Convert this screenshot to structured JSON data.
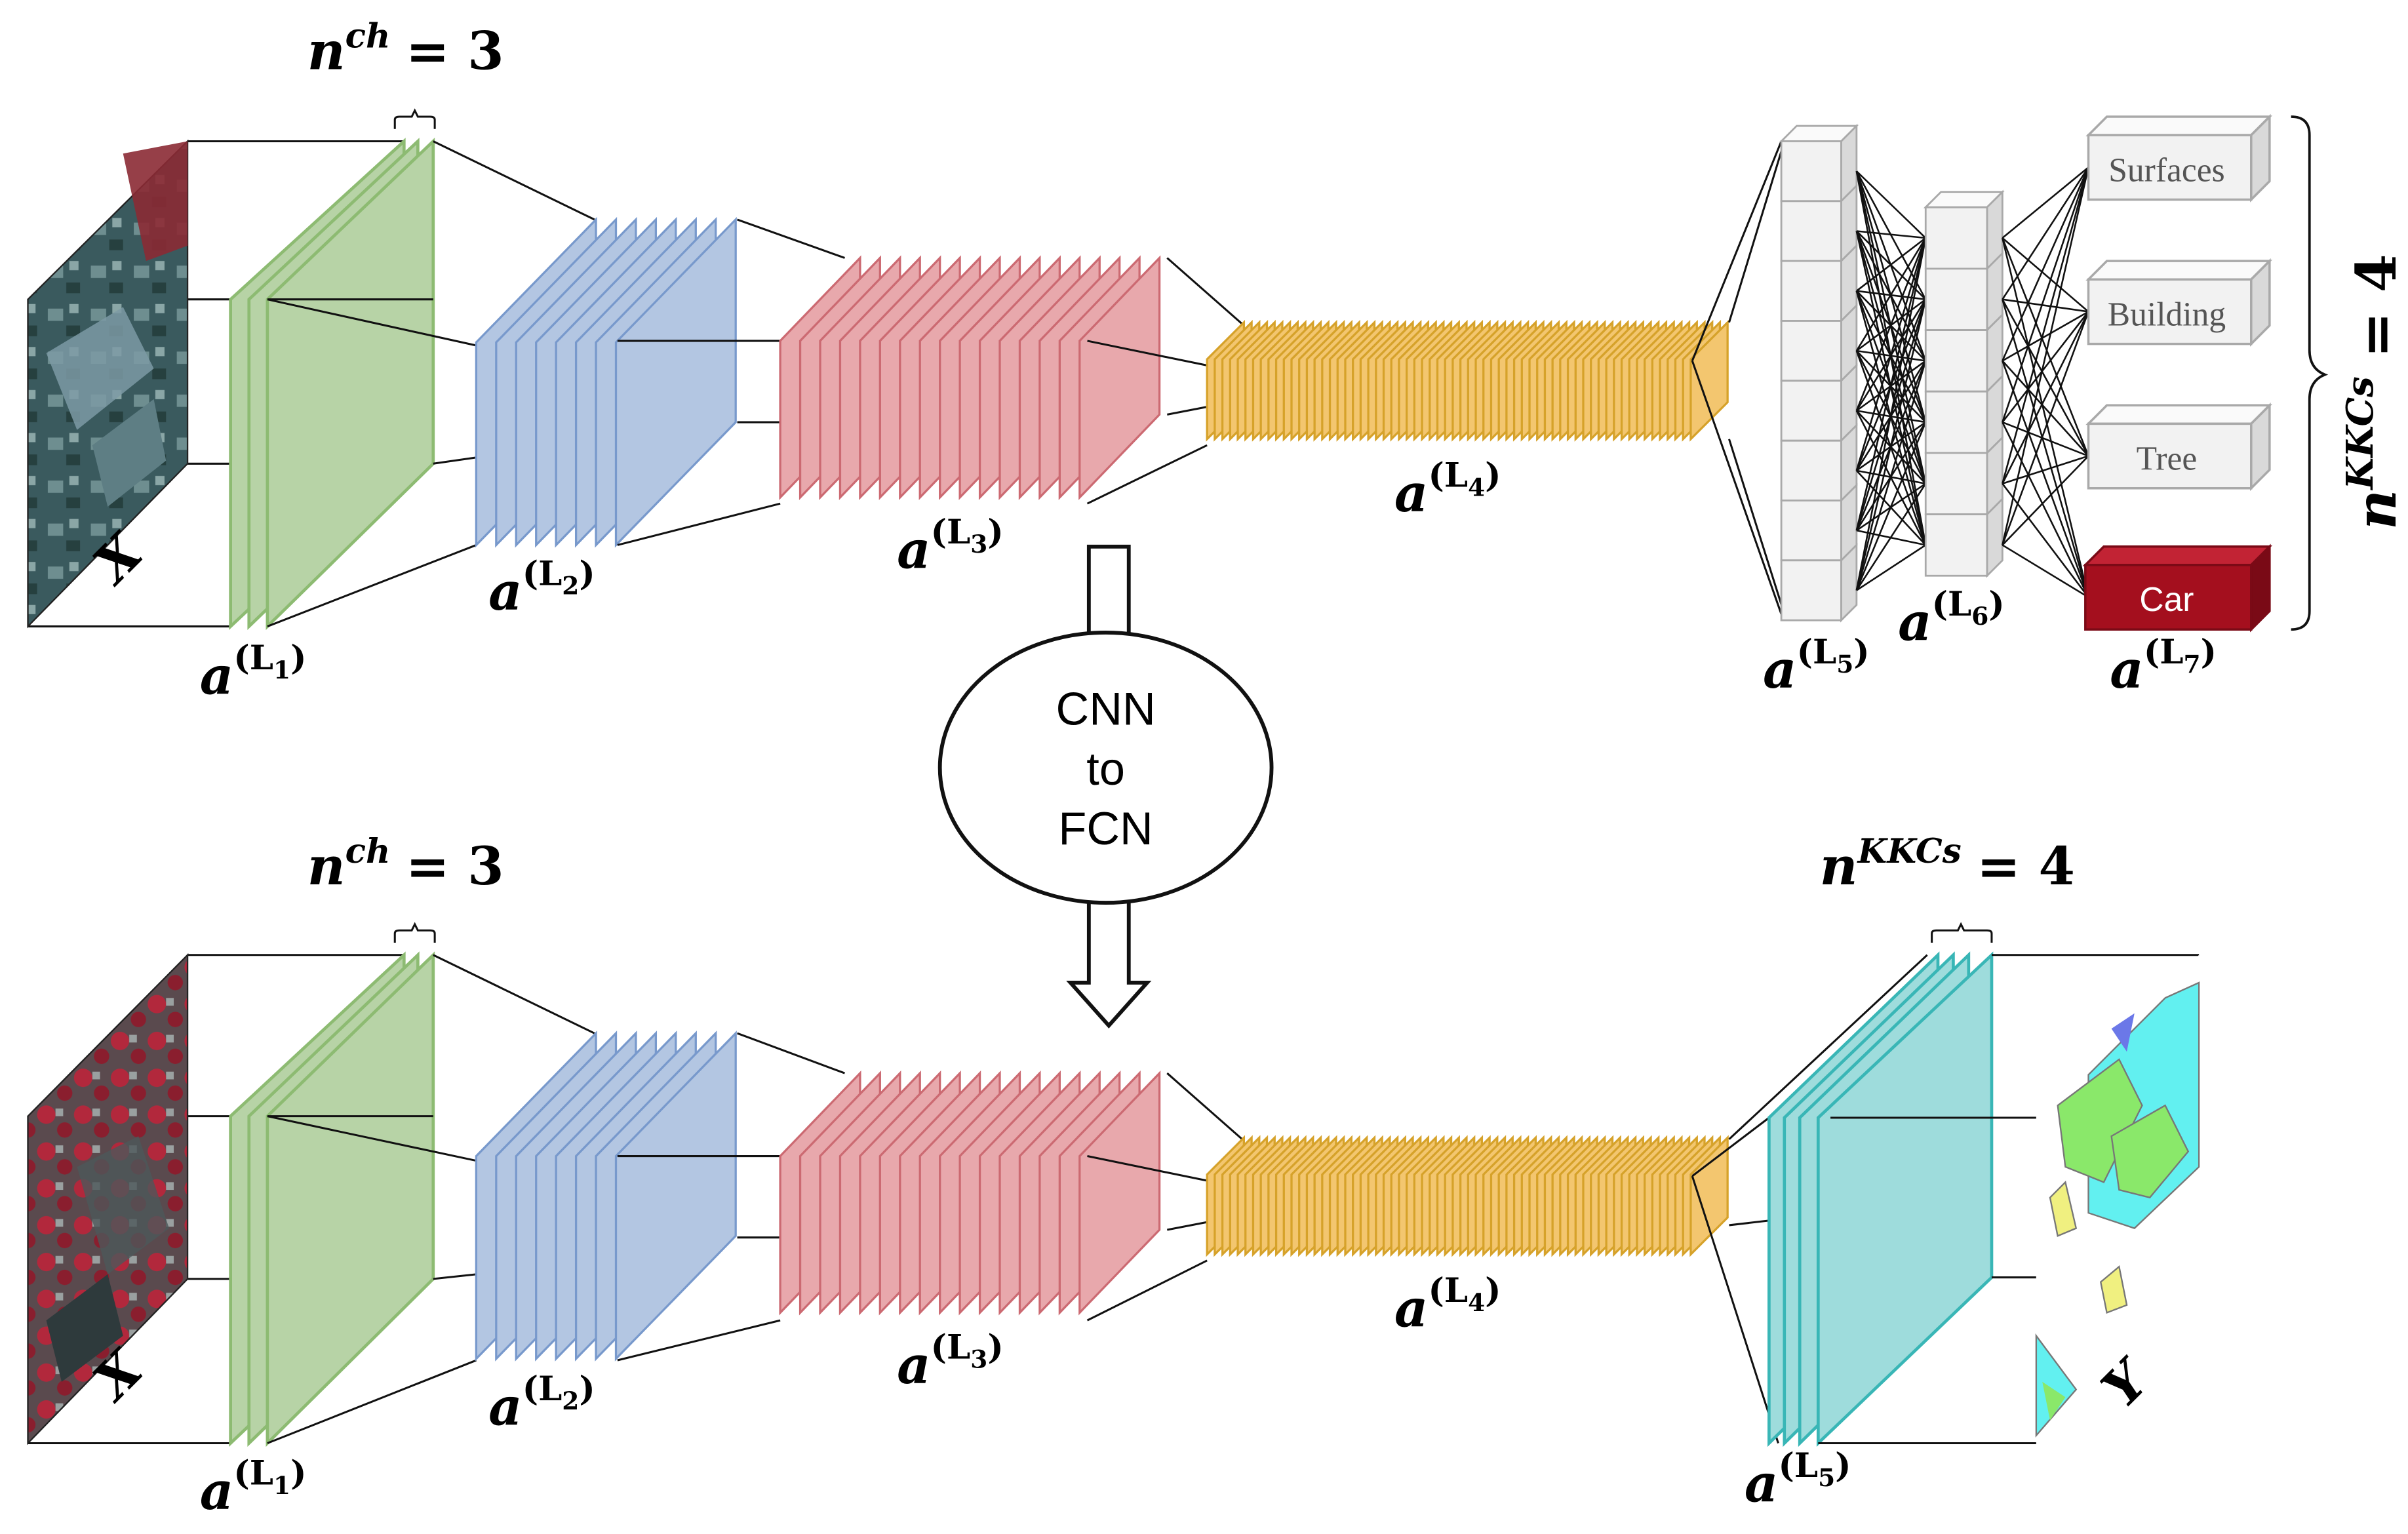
{
  "colors": {
    "green_fill": "#b7d3a6",
    "green_stroke": "#8dbb72",
    "blue_fill": "#b3c6e2",
    "blue_stroke": "#7899cc",
    "red_fill": "#e8a8ac",
    "red_stroke": "#cc6a72",
    "orange_fill": "#f3c66f",
    "orange_stroke": "#d6a22a",
    "teal_fill": "#9edcdc",
    "teal_stroke": "#39b6b6",
    "car_fill": "#a40f1e",
    "box_fill": "#f2f2f2",
    "box_stroke": "#a9a9a9"
  },
  "top": {
    "nch_label": {
      "base": "n",
      "sup": "ch",
      "rest": "= 3"
    },
    "input_label": "X",
    "layer_labels": {
      "l1": {
        "base": "a",
        "sup": "(L",
        "sub": "1",
        "close": ")"
      },
      "l2": {
        "base": "a",
        "sup": "(L",
        "sub": "2",
        "close": ")"
      },
      "l3": {
        "base": "a",
        "sup": "(L",
        "sub": "3",
        "close": ")"
      },
      "l4": {
        "base": "a",
        "sup": "(L",
        "sub": "4",
        "close": ")"
      },
      "l5": {
        "base": "a",
        "sup": "(L",
        "sub": "5",
        "close": ")"
      },
      "l6": {
        "base": "a",
        "sup": "(L",
        "sub": "6",
        "close": ")"
      },
      "l7": {
        "base": "a",
        "sup": "(L",
        "sub": "7",
        "close": ")"
      }
    },
    "classes": [
      "Surfaces",
      "Building",
      "Tree",
      "Car"
    ],
    "nkkcs_label": {
      "base": "n",
      "sup": "KKCs",
      "rest": "= 4"
    }
  },
  "transform": {
    "line1": "CNN",
    "line2": "to",
    "line3": "FCN"
  },
  "bottom": {
    "nch_label": {
      "base": "n",
      "sup": "ch",
      "rest": "= 3"
    },
    "nkkcs_label": {
      "base": "n",
      "sup": "KKCs",
      "rest": "= 4"
    },
    "input_label": "X",
    "output_label": "Y",
    "layer_labels": {
      "l1": {
        "base": "a",
        "sup": "(L",
        "sub": "1",
        "close": ")"
      },
      "l2": {
        "base": "a",
        "sup": "(L",
        "sub": "2",
        "close": ")"
      },
      "l3": {
        "base": "a",
        "sup": "(L",
        "sub": "3",
        "close": ")"
      },
      "l4": {
        "base": "a",
        "sup": "(L",
        "sub": "4",
        "close": ")"
      },
      "l5": {
        "base": "a",
        "sup": "(L",
        "sub": "5",
        "close": ")"
      }
    }
  }
}
